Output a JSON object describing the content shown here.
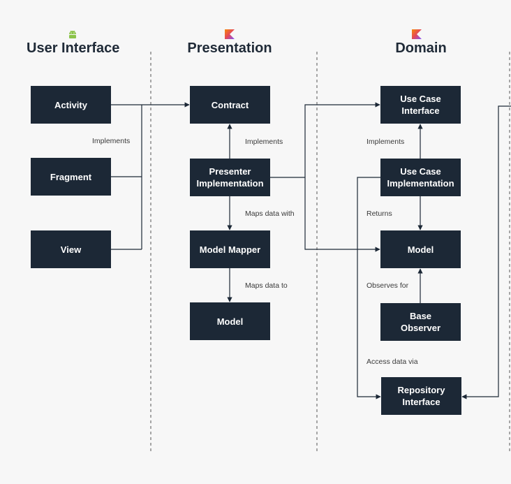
{
  "columns": {
    "ui": {
      "title": "User Interface",
      "icon": "android-icon"
    },
    "presentation": {
      "title": "Presentation",
      "icon": "kotlin-icon"
    },
    "domain": {
      "title": "Domain",
      "icon": "kotlin-icon"
    }
  },
  "colors": {
    "box": "#1c2836",
    "line": "#1c2836",
    "divider": "#555555",
    "android": "#8bc34a"
  },
  "boxes": {
    "activity": "Activity",
    "fragment": "Fragment",
    "view": "View",
    "contract": "Contract",
    "presenter": "Presenter\nImplementation",
    "model_mapper": "Model Mapper",
    "pres_model": "Model",
    "use_case_interface": "Use Case\nInterface",
    "use_case_impl": "Use Case\nImplementation",
    "domain_model": "Model",
    "base_observer": "Base\nObserver",
    "repository_interface": "Repository\nInterface"
  },
  "labels": {
    "ui_implements": "Implements",
    "pres_implements": "Implements",
    "maps_data_with": "Maps data with",
    "maps_data_to": "Maps data to",
    "domain_implements": "Implements",
    "returns": "Returns",
    "observes_for": "Observes for",
    "access_data_via": "Access data via"
  }
}
